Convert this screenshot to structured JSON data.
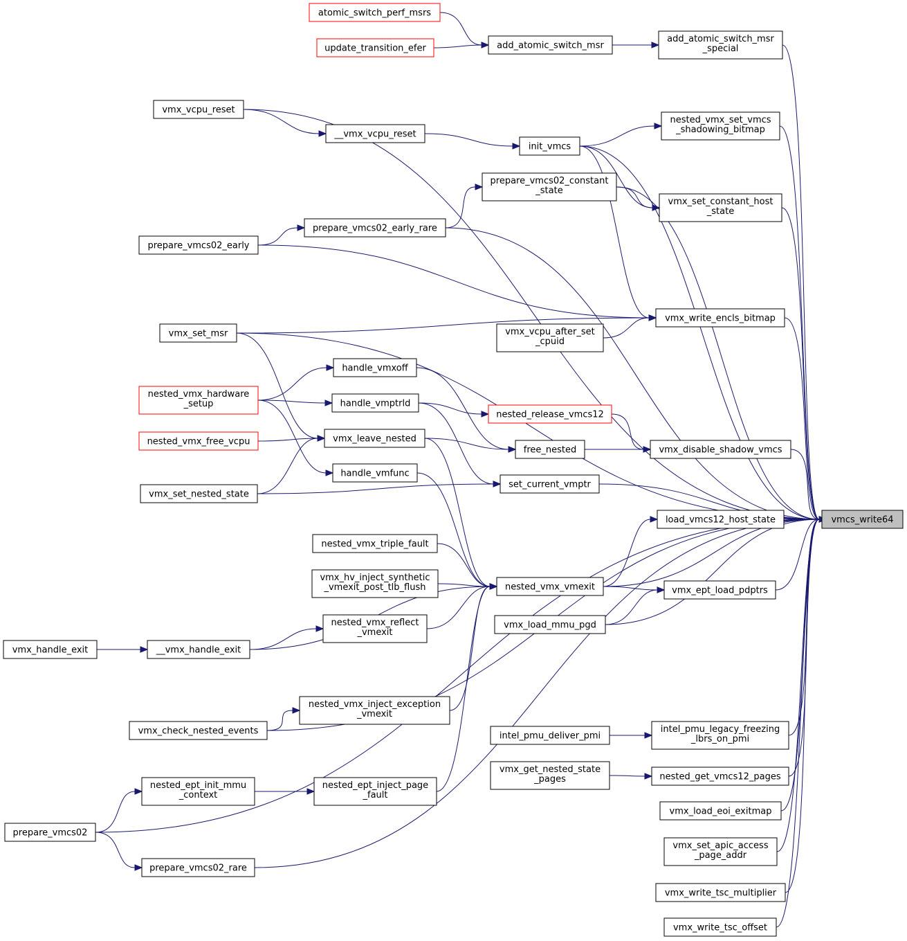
{
  "colors": {
    "edge": "#191970",
    "box_border": "#000000",
    "missing_border": "#ff0000",
    "target_fill": "#bfbfbf"
  },
  "nodes": {
    "vmcs_write64": {
      "lines": [
        "vmcs_write64"
      ],
      "style": "target"
    },
    "atomic_switch_perf_msrs": {
      "lines": [
        "atomic_switch_perf_msrs"
      ],
      "style": "missing"
    },
    "update_transition_efer": {
      "lines": [
        "update_transition_efer"
      ],
      "style": "missing"
    },
    "add_atomic_switch_msr": {
      "lines": [
        "add_atomic_switch_msr"
      ],
      "style": "normal"
    },
    "add_atomic_switch_msr_special": {
      "lines": [
        "add_atomic_switch_msr",
        "_special"
      ],
      "style": "normal"
    },
    "vmx_vcpu_reset": {
      "lines": [
        "vmx_vcpu_reset"
      ],
      "style": "normal"
    },
    "__vmx_vcpu_reset": {
      "lines": [
        "__vmx_vcpu_reset"
      ],
      "style": "normal"
    },
    "init_vmcs": {
      "lines": [
        "init_vmcs"
      ],
      "style": "normal"
    },
    "nested_vmx_set_vmcs_shadowing_bitmap": {
      "lines": [
        "nested_vmx_set_vmcs",
        "_shadowing_bitmap"
      ],
      "style": "normal"
    },
    "prepare_vmcs02_constant_state": {
      "lines": [
        "prepare_vmcs02_constant",
        "_state"
      ],
      "style": "normal"
    },
    "vmx_set_constant_host_state": {
      "lines": [
        "vmx_set_constant_host",
        "_state"
      ],
      "style": "normal"
    },
    "prepare_vmcs02_early_rare": {
      "lines": [
        "prepare_vmcs02_early_rare"
      ],
      "style": "normal"
    },
    "prepare_vmcs02_early": {
      "lines": [
        "prepare_vmcs02_early"
      ],
      "style": "normal"
    },
    "vmx_write_encls_bitmap": {
      "lines": [
        "vmx_write_encls_bitmap"
      ],
      "style": "normal"
    },
    "vmx_set_msr": {
      "lines": [
        "vmx_set_msr"
      ],
      "style": "normal"
    },
    "vmx_vcpu_after_set_cpuid": {
      "lines": [
        "vmx_vcpu_after_set",
        "_cpuid"
      ],
      "style": "normal"
    },
    "handle_vmxoff": {
      "lines": [
        "handle_vmxoff"
      ],
      "style": "normal"
    },
    "nested_vmx_hardware_setup": {
      "lines": [
        "nested_vmx_hardware",
        "_setup"
      ],
      "style": "missing"
    },
    "handle_vmptrld": {
      "lines": [
        "handle_vmptrld"
      ],
      "style": "normal"
    },
    "nested_release_vmcs12": {
      "lines": [
        "nested_release_vmcs12"
      ],
      "style": "missing"
    },
    "nested_vmx_free_vcpu": {
      "lines": [
        "nested_vmx_free_vcpu"
      ],
      "style": "missing"
    },
    "vmx_leave_nested": {
      "lines": [
        "vmx_leave_nested"
      ],
      "style": "normal"
    },
    "free_nested": {
      "lines": [
        "free_nested"
      ],
      "style": "normal"
    },
    "vmx_disable_shadow_vmcs": {
      "lines": [
        "vmx_disable_shadow_vmcs"
      ],
      "style": "normal"
    },
    "handle_vmfunc": {
      "lines": [
        "handle_vmfunc"
      ],
      "style": "normal"
    },
    "vmx_set_nested_state": {
      "lines": [
        "vmx_set_nested_state"
      ],
      "style": "normal"
    },
    "set_current_vmptr": {
      "lines": [
        "set_current_vmptr"
      ],
      "style": "normal"
    },
    "load_vmcs12_host_state": {
      "lines": [
        "load_vmcs12_host_state"
      ],
      "style": "normal"
    },
    "nested_vmx_triple_fault": {
      "lines": [
        "nested_vmx_triple_fault"
      ],
      "style": "normal"
    },
    "vmx_hv_inject_synthetic_vmexit_post_tlb_flush": {
      "lines": [
        "vmx_hv_inject_synthetic",
        "_vmexit_post_tlb_flush"
      ],
      "style": "normal"
    },
    "nested_vmx_vmexit": {
      "lines": [
        "nested_vmx_vmexit"
      ],
      "style": "normal"
    },
    "vmx_ept_load_pdptrs": {
      "lines": [
        "vmx_ept_load_pdptrs"
      ],
      "style": "normal"
    },
    "vmx_load_mmu_pgd": {
      "lines": [
        "vmx_load_mmu_pgd"
      ],
      "style": "normal"
    },
    "nested_vmx_reflect_vmexit": {
      "lines": [
        "nested_vmx_reflect",
        "_vmexit"
      ],
      "style": "normal"
    },
    "vmx_handle_exit": {
      "lines": [
        "vmx_handle_exit"
      ],
      "style": "normal"
    },
    "__vmx_handle_exit": {
      "lines": [
        "__vmx_handle_exit"
      ],
      "style": "normal"
    },
    "nested_vmx_inject_exception_vmexit": {
      "lines": [
        "nested_vmx_inject_exception",
        "_vmexit"
      ],
      "style": "normal"
    },
    "vmx_check_nested_events": {
      "lines": [
        "vmx_check_nested_events"
      ],
      "style": "normal"
    },
    "intel_pmu_deliver_pmi": {
      "lines": [
        "intel_pmu_deliver_pmi"
      ],
      "style": "normal"
    },
    "intel_pmu_legacy_freezing_lbrs_on_pmi": {
      "lines": [
        "intel_pmu_legacy_freezing",
        "_lbrs_on_pmi"
      ],
      "style": "normal"
    },
    "vmx_get_nested_state_pages": {
      "lines": [
        "vmx_get_nested_state",
        "_pages"
      ],
      "style": "normal"
    },
    "nested_get_vmcs12_pages": {
      "lines": [
        "nested_get_vmcs12_pages"
      ],
      "style": "normal"
    },
    "nested_ept_init_mmu_context": {
      "lines": [
        "nested_ept_init_mmu",
        "_context"
      ],
      "style": "normal"
    },
    "nested_ept_inject_page_fault": {
      "lines": [
        "nested_ept_inject_page",
        "_fault"
      ],
      "style": "normal"
    },
    "vmx_load_eoi_exitmap": {
      "lines": [
        "vmx_load_eoi_exitmap"
      ],
      "style": "normal"
    },
    "prepare_vmcs02": {
      "lines": [
        "prepare_vmcs02"
      ],
      "style": "normal"
    },
    "vmx_set_apic_access_page_addr": {
      "lines": [
        "vmx_set_apic_access",
        "_page_addr"
      ],
      "style": "normal"
    },
    "prepare_vmcs02_rare": {
      "lines": [
        "prepare_vmcs02_rare"
      ],
      "style": "normal"
    },
    "vmx_write_tsc_multiplier": {
      "lines": [
        "vmx_write_tsc_multiplier"
      ],
      "style": "normal"
    },
    "vmx_write_tsc_offset": {
      "lines": [
        "vmx_write_tsc_offset"
      ],
      "style": "normal"
    }
  },
  "edges": [
    [
      "atomic_switch_perf_msrs",
      "add_atomic_switch_msr"
    ],
    [
      "update_transition_efer",
      "add_atomic_switch_msr"
    ],
    [
      "add_atomic_switch_msr",
      "add_atomic_switch_msr_special"
    ],
    [
      "add_atomic_switch_msr_special",
      "vmcs_write64"
    ],
    [
      "vmx_vcpu_reset",
      "__vmx_vcpu_reset"
    ],
    [
      "vmx_vcpu_reset",
      "vmcs_write64"
    ],
    [
      "__vmx_vcpu_reset",
      "init_vmcs"
    ],
    [
      "init_vmcs",
      "nested_vmx_set_vmcs_shadowing_bitmap"
    ],
    [
      "init_vmcs",
      "vmx_set_constant_host_state"
    ],
    [
      "init_vmcs",
      "vmx_write_encls_bitmap"
    ],
    [
      "init_vmcs",
      "vmcs_write64"
    ],
    [
      "nested_vmx_set_vmcs_shadowing_bitmap",
      "vmcs_write64"
    ],
    [
      "prepare_vmcs02_constant_state",
      "vmx_set_constant_host_state"
    ],
    [
      "prepare_vmcs02_constant_state",
      "vmcs_write64"
    ],
    [
      "vmx_set_constant_host_state",
      "vmcs_write64"
    ],
    [
      "prepare_vmcs02_early_rare",
      "prepare_vmcs02_constant_state"
    ],
    [
      "prepare_vmcs02_early_rare",
      "vmcs_write64"
    ],
    [
      "prepare_vmcs02_early",
      "prepare_vmcs02_early_rare"
    ],
    [
      "prepare_vmcs02_early",
      "vmx_write_encls_bitmap"
    ],
    [
      "vmx_write_encls_bitmap",
      "vmcs_write64"
    ],
    [
      "vmx_set_msr",
      "vmx_write_encls_bitmap"
    ],
    [
      "vmx_set_msr",
      "vmcs_write64"
    ],
    [
      "vmx_set_msr",
      "vmx_leave_nested"
    ],
    [
      "vmx_vcpu_after_set_cpuid",
      "vmx_write_encls_bitmap"
    ],
    [
      "handle_vmxoff",
      "free_nested"
    ],
    [
      "nested_vmx_hardware_setup",
      "handle_vmxoff"
    ],
    [
      "nested_vmx_hardware_setup",
      "handle_vmptrld"
    ],
    [
      "nested_vmx_hardware_setup",
      "handle_vmfunc"
    ],
    [
      "handle_vmptrld",
      "nested_release_vmcs12"
    ],
    [
      "handle_vmptrld",
      "set_current_vmptr"
    ],
    [
      "nested_release_vmcs12",
      "vmx_disable_shadow_vmcs"
    ],
    [
      "nested_vmx_free_vcpu",
      "vmx_leave_nested"
    ],
    [
      "vmx_leave_nested",
      "free_nested"
    ],
    [
      "vmx_leave_nested",
      "nested_vmx_vmexit"
    ],
    [
      "free_nested",
      "vmx_disable_shadow_vmcs"
    ],
    [
      "vmx_disable_shadow_vmcs",
      "vmcs_write64"
    ],
    [
      "handle_vmfunc",
      "nested_vmx_vmexit"
    ],
    [
      "vmx_set_nested_state",
      "vmx_leave_nested"
    ],
    [
      "vmx_set_nested_state",
      "set_current_vmptr"
    ],
    [
      "set_current_vmptr",
      "vmcs_write64"
    ],
    [
      "load_vmcs12_host_state",
      "vmcs_write64"
    ],
    [
      "nested_vmx_triple_fault",
      "nested_vmx_vmexit"
    ],
    [
      "vmx_hv_inject_synthetic_vmexit_post_tlb_flush",
      "nested_vmx_vmexit"
    ],
    [
      "nested_vmx_vmexit",
      "load_vmcs12_host_state"
    ],
    [
      "nested_vmx_vmexit",
      "vmx_ept_load_pdptrs"
    ],
    [
      "nested_vmx_vmexit",
      "vmcs_write64"
    ],
    [
      "vmx_ept_load_pdptrs",
      "vmcs_write64"
    ],
    [
      "vmx_load_mmu_pgd",
      "vmx_ept_load_pdptrs"
    ],
    [
      "vmx_load_mmu_pgd",
      "vmcs_write64"
    ],
    [
      "nested_vmx_reflect_vmexit",
      "nested_vmx_vmexit"
    ],
    [
      "vmx_handle_exit",
      "__vmx_handle_exit"
    ],
    [
      "__vmx_handle_exit",
      "nested_vmx_reflect_vmexit"
    ],
    [
      "__vmx_handle_exit",
      "nested_vmx_vmexit"
    ],
    [
      "nested_vmx_inject_exception_vmexit",
      "nested_vmx_vmexit"
    ],
    [
      "vmx_check_nested_events",
      "nested_vmx_inject_exception_vmexit"
    ],
    [
      "vmx_check_nested_events",
      "vmcs_write64"
    ],
    [
      "intel_pmu_deliver_pmi",
      "intel_pmu_legacy_freezing_lbrs_on_pmi"
    ],
    [
      "intel_pmu_legacy_freezing_lbrs_on_pmi",
      "vmcs_write64"
    ],
    [
      "vmx_get_nested_state_pages",
      "nested_get_vmcs12_pages"
    ],
    [
      "nested_get_vmcs12_pages",
      "vmcs_write64"
    ],
    [
      "nested_ept_init_mmu_context",
      "nested_ept_inject_page_fault"
    ],
    [
      "nested_ept_inject_page_fault",
      "nested_vmx_vmexit"
    ],
    [
      "vmx_load_eoi_exitmap",
      "vmcs_write64"
    ],
    [
      "prepare_vmcs02",
      "nested_ept_init_mmu_context"
    ],
    [
      "prepare_vmcs02",
      "prepare_vmcs02_rare"
    ],
    [
      "prepare_vmcs02",
      "vmcs_write64"
    ],
    [
      "vmx_set_apic_access_page_addr",
      "vmcs_write64"
    ],
    [
      "prepare_vmcs02_rare",
      "vmcs_write64"
    ],
    [
      "vmx_write_tsc_multiplier",
      "vmcs_write64"
    ],
    [
      "vmx_write_tsc_offset",
      "vmcs_write64"
    ]
  ]
}
